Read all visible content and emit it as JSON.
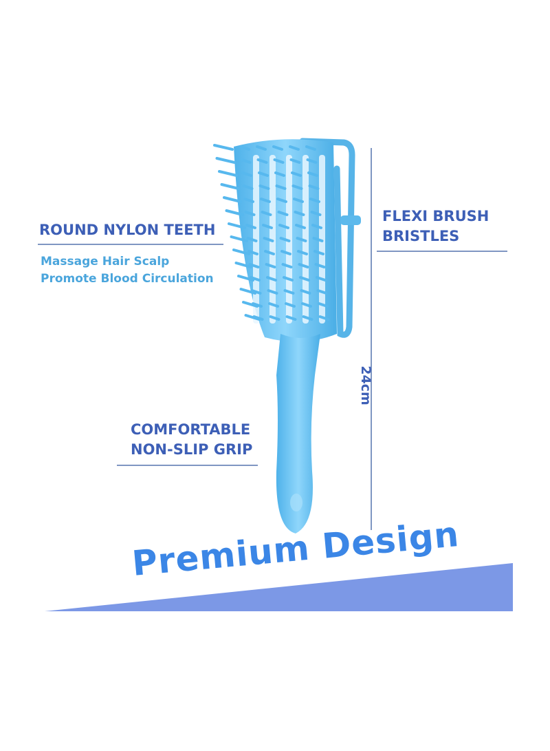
{
  "features": {
    "teeth": {
      "title": "ROUND NYLON TEETH",
      "line1": "Massage Hair Scalp",
      "line2": "Promote Blood Circulation"
    },
    "bristles": {
      "line1": "FLEXI BRUSH",
      "line2": "BRISTLES"
    },
    "grip": {
      "line1": "COMFORTABLE",
      "line2": "NON-SLIP GRIP"
    }
  },
  "dimension": {
    "length_label": "24cm"
  },
  "banner": {
    "title": "Premium Design"
  },
  "colors": {
    "product": "#6cc3f0",
    "label_blue": "#3d5fb6",
    "sub_blue": "#4aa5dc",
    "banner_fill": "#7c98e6",
    "banner_text": "#3b86e6"
  }
}
